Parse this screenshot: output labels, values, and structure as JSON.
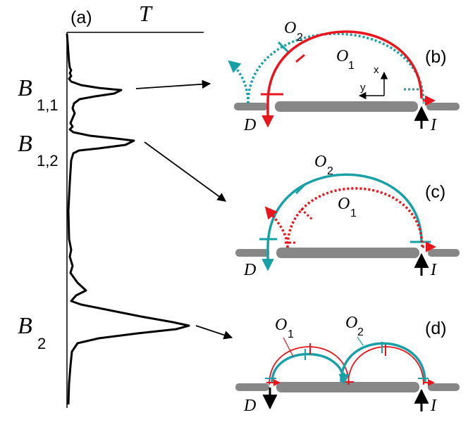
{
  "panel_a": {
    "label": "(a)",
    "axis_title": "T",
    "peaks": [
      {
        "name": "B",
        "sub": "1,1"
      },
      {
        "name": "B",
        "sub": "1,2"
      },
      {
        "name": "B",
        "sub": "2"
      }
    ]
  },
  "panel_b": {
    "label": "(b)",
    "orbit_outer": {
      "name": "O",
      "sub": "2"
    },
    "orbit_inner": {
      "name": "O",
      "sub": "1"
    },
    "contact_left": "D",
    "contact_right": "I",
    "axis_x": "x",
    "axis_y": "y"
  },
  "panel_c": {
    "label": "(c)",
    "orbit_outer": {
      "name": "O",
      "sub": "2"
    },
    "orbit_inner": {
      "name": "O",
      "sub": "1"
    },
    "contact_left": "D",
    "contact_right": "I"
  },
  "panel_d": {
    "label": "(d)",
    "orbit_left": {
      "name": "O",
      "sub": "1"
    },
    "orbit_right": {
      "name": "O",
      "sub": "2"
    },
    "contact_left": "D",
    "contact_right": "I"
  },
  "colors": {
    "red": "#e8151d",
    "teal": "#17a0a6",
    "gray": "#878787",
    "black": "#000000"
  }
}
